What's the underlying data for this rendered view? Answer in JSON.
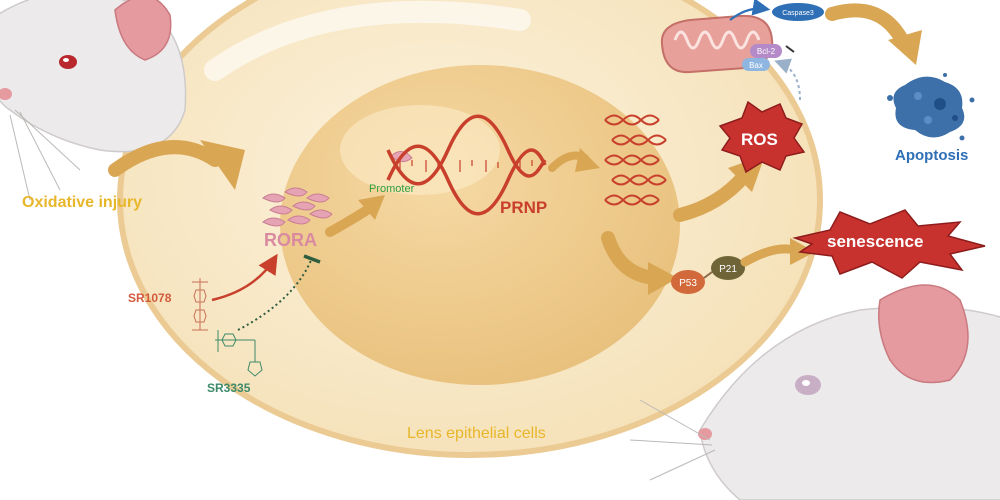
{
  "labels": {
    "oxidative_injury": "Oxidative injury",
    "rora": "RORA",
    "promoter": "Promoter",
    "prnp": "PRNP",
    "ros": "ROS",
    "senescence": "senescence",
    "apoptosis": "Apoptosis",
    "p53": "P53",
    "p21": "P21",
    "bcl2": "Bcl-2",
    "bax": "Bax",
    "caspase3": "Caspase3",
    "sr1078": "SR1078",
    "sr3335": "SR3335",
    "lens_cells": "Lens epithelial cells"
  },
  "colors": {
    "arrow": "#D9A654",
    "orange_text": "#E8B62A",
    "rora": "#D98AA0",
    "dna": "#C8402C",
    "promoter": "#2E9E3E",
    "ros_fill": "#C8322E",
    "blue": "#2F6FB6",
    "sr1078": "#D45A3C",
    "sr3335": "#3E8A6A",
    "p53": "#D2693A",
    "p21": "#6E6438"
  }
}
